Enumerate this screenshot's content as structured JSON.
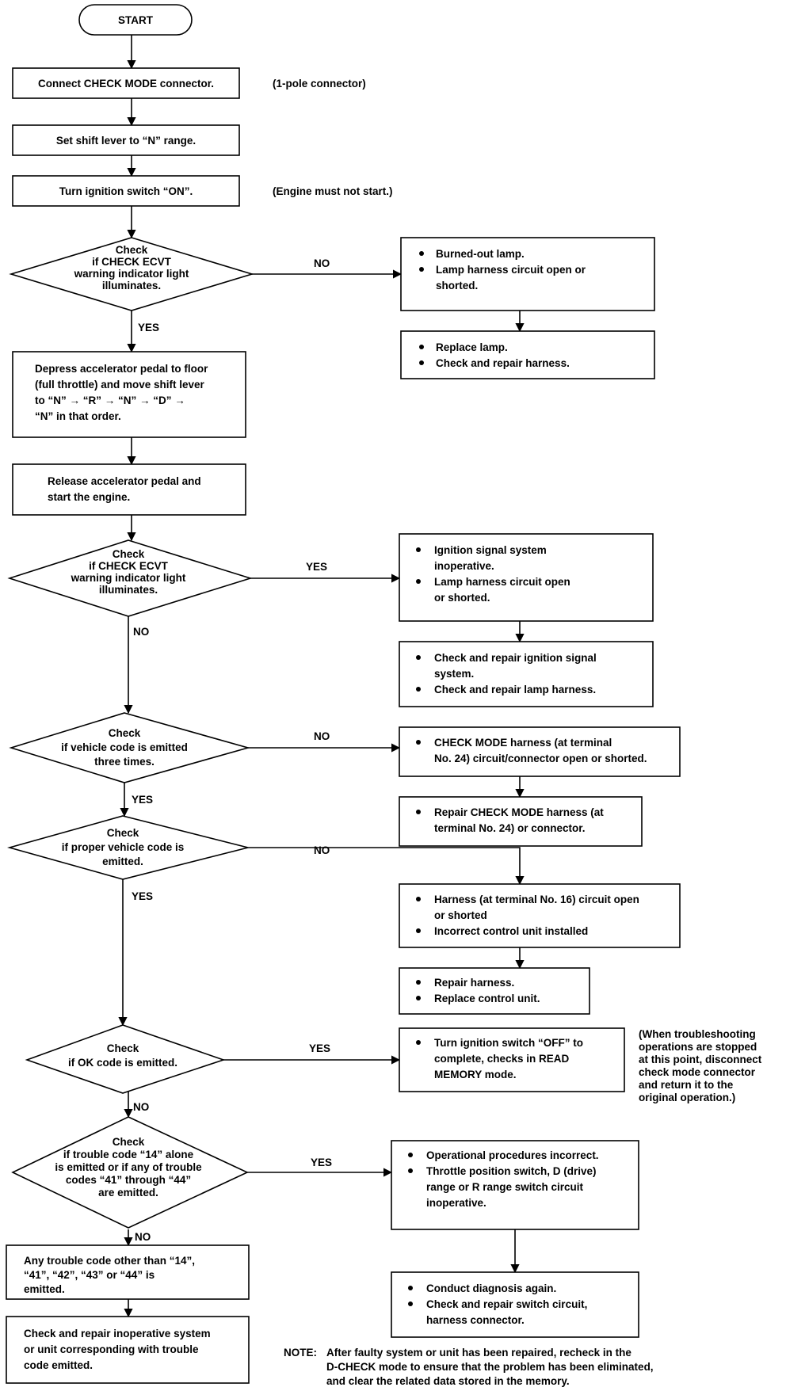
{
  "start": "START",
  "steps": {
    "connect": "Connect CHECK MODE connector.",
    "connect_note": "(1-pole connector)",
    "shift_n": "Set shift lever to “N” range.",
    "ign_on": "Turn ignition switch “ON”.",
    "ign_note": "(Engine must not start.)",
    "depress": [
      "Depress accelerator pedal to floor",
      "(full throttle) and move shift lever",
      "to “N” → “R” → “N” → “D” →",
      "“N” in that order."
    ],
    "release": [
      "Release accelerator pedal and",
      "start the engine."
    ],
    "other_code": [
      "Any trouble code other than “14”,",
      "“41”, “42”, “43” or “44” is",
      "emitted."
    ],
    "repair_inop": [
      "Check and repair inoperative system",
      "or unit corresponding with trouble",
      "code emitted."
    ]
  },
  "decisions": {
    "d1": [
      "Check",
      "if CHECK ECVT",
      "warning indicator light",
      "illuminates."
    ],
    "d2": [
      "Check",
      "if CHECK ECVT",
      "warning indicator light",
      "illuminates."
    ],
    "d3": [
      "Check",
      "if vehicle code is emitted",
      "three times."
    ],
    "d4": [
      "Check",
      "if proper vehicle code is",
      "emitted."
    ],
    "d5": [
      "Check",
      "if OK code is emitted."
    ],
    "d6": [
      "Check",
      "if trouble code “14” alone",
      "is emitted or if any of trouble",
      "codes “41” through “44”",
      "are emitted."
    ]
  },
  "labels": {
    "yes": "YES",
    "no": "NO"
  },
  "side": {
    "s1a": [
      [
        "Burned-out lamp."
      ],
      [
        "Lamp harness circuit open or",
        "shorted."
      ]
    ],
    "s1b": [
      [
        "Replace lamp."
      ],
      [
        "Check and repair harness."
      ]
    ],
    "s2a": [
      [
        "Ignition signal system",
        "inoperative."
      ],
      [
        "Lamp harness circuit open",
        "or shorted."
      ]
    ],
    "s2b": [
      [
        "Check and repair ignition signal",
        "system."
      ],
      [
        "Check and repair lamp harness."
      ]
    ],
    "s3a": [
      [
        "CHECK MODE harness (at terminal",
        "No. 24) circuit/connector open or shorted."
      ]
    ],
    "s3b": [
      [
        "Repair CHECK MODE harness (at",
        "terminal No. 24) or connector."
      ]
    ],
    "s4a": [
      [
        "Harness (at terminal No. 16) circuit open",
        "or shorted"
      ],
      [
        "Incorrect control unit installed"
      ]
    ],
    "s4b": [
      [
        "Repair harness."
      ],
      [
        "Replace control unit."
      ]
    ],
    "s5a": [
      [
        "Turn ignition switch “OFF” to",
        "complete, checks in READ",
        "MEMORY mode."
      ]
    ],
    "s6a": [
      [
        "Operational procedures incorrect."
      ],
      [
        "Throttle position switch, D (drive)",
        "range or R range switch circuit",
        "inoperative."
      ]
    ],
    "s6b": [
      [
        "Conduct diagnosis again."
      ],
      [
        "Check and repair switch circuit,",
        "harness connector."
      ]
    ]
  },
  "ok_note": [
    "(When troubleshooting",
    "operations are stopped",
    "at this point, disconnect",
    "check mode connector",
    "and return it to the",
    "original operation.)"
  ],
  "note": {
    "label": "NOTE:",
    "lines": [
      "After faulty system or unit has been repaired, recheck in the",
      "D-CHECK mode to ensure that the problem has been eliminated,",
      "and clear the related data stored in the memory."
    ]
  }
}
